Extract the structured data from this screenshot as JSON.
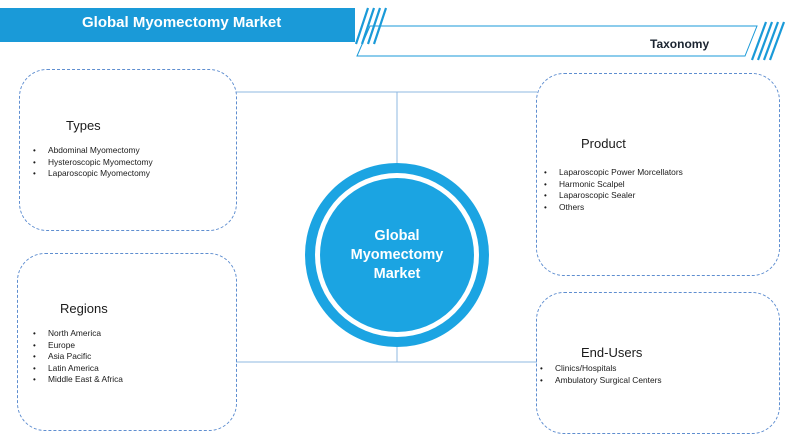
{
  "header": {
    "title": "Global Myomectomy Market",
    "section_label": "Taxonomy"
  },
  "center": {
    "line1": "Global",
    "line2": "Myomectomy",
    "line3": "Market"
  },
  "boxes": {
    "types": {
      "title": "Types",
      "items": [
        "Abdominal Myomectomy",
        "Hysteroscopic Myomectomy",
        "Laparoscopic Myomectomy"
      ]
    },
    "regions": {
      "title": "Regions",
      "items": [
        "North America",
        "Europe",
        "Asia Pacific",
        "Latin America",
        "Middle East & Africa"
      ]
    },
    "product": {
      "title": "Product",
      "items": [
        "Laparoscopic Power Morcellators",
        "Harmonic Scalpel",
        "Laparoscopic Sealer",
        "Others"
      ]
    },
    "end_users": {
      "title": "End-Users",
      "items": [
        "Clinics/Hospitals",
        "Ambulatory Surgical Centers"
      ]
    }
  },
  "colors": {
    "accent": "#1ba4e2",
    "header": "#1a9ad8",
    "box_border": "#5f8ed0",
    "connector": "#8fb8e2"
  }
}
